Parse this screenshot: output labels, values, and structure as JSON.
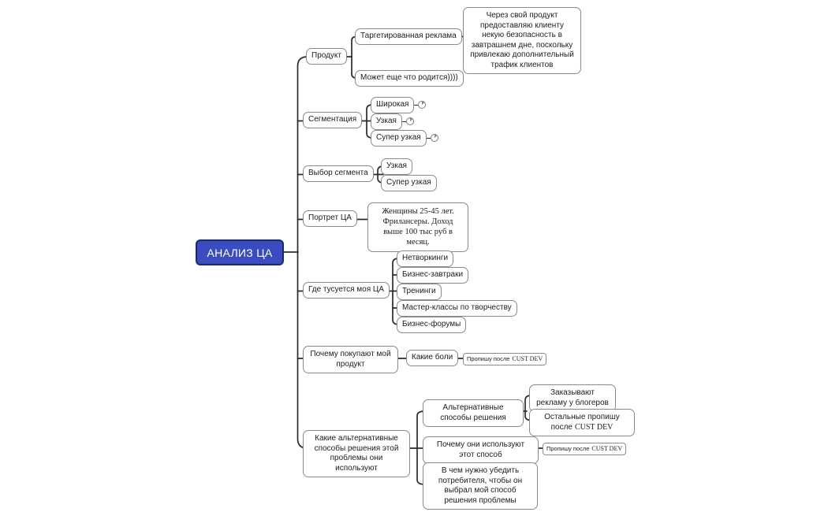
{
  "app": {
    "type": "mind-map",
    "background": "#ffffff",
    "line_color": "#2b2b2b",
    "node_border_color": "#8a8a8a",
    "root_bg_color": "#3b4cc0",
    "root_border_color": "#1b2a6b",
    "root_text_color": "#ffffff"
  },
  "root": {
    "label": "АНАЛИЗ ЦА"
  },
  "branches": [
    {
      "label": "Продукт",
      "children": [
        {
          "label": "Таргетированная реклама",
          "note": "Через свой продукт предоставляю клиенту некую безопасность в завтрашнем дне, поскольку привлекаю дополнительный трафик клиентов"
        },
        {
          "label": "Может еще что родится))))"
        }
      ]
    },
    {
      "label": "Сегментация",
      "children": [
        {
          "label": "Широкая",
          "marker": "task-progress-icon"
        },
        {
          "label": "Узкая",
          "marker": "task-progress-icon"
        },
        {
          "label": "Супер узкая",
          "marker": "task-progress-icon"
        }
      ]
    },
    {
      "label": "Выбор сегмента",
      "children": [
        {
          "label": "Узкая"
        },
        {
          "label": "Супер узкая"
        }
      ]
    },
    {
      "label": "Портрет ЦА",
      "children": [
        {
          "label": "Женщины 25-45 лет. Фрилансеры. Доход выше 100 тыс руб в месяц."
        }
      ]
    },
    {
      "label": "Где тусуется моя ЦА",
      "children": [
        {
          "label": "Нетворкинги"
        },
        {
          "label": "Бизнес-завтраки"
        },
        {
          "label": "Тренинги"
        },
        {
          "label": "Мастер-классы по творчеству"
        },
        {
          "label": "Бизнес-форумы"
        }
      ]
    },
    {
      "label": "Почему покупают мой продукт",
      "children": [
        {
          "label": "Какие боли",
          "children": [
            {
              "label_sans": "Пропишу после",
              "label_serif": "CUST DEV"
            }
          ]
        }
      ]
    },
    {
      "label": "Какие альтернативные способы решения этой проблемы они используют",
      "children": [
        {
          "label": "Альтернативные способы решения",
          "children": [
            {
              "label": "Заказывают рекламу у блогеров"
            },
            {
              "label_sans": "Остальные пропишу после",
              "label_serif": "CUST DEV"
            }
          ]
        },
        {
          "label": "Почему они используют этот способ",
          "children": [
            {
              "label_sans": "Пропишу после",
              "label_serif": "CUST DEV"
            }
          ]
        },
        {
          "label": "В чем нужно убедить потребителя, чтобы он выбрал мой способ решения проблемы"
        }
      ]
    }
  ]
}
